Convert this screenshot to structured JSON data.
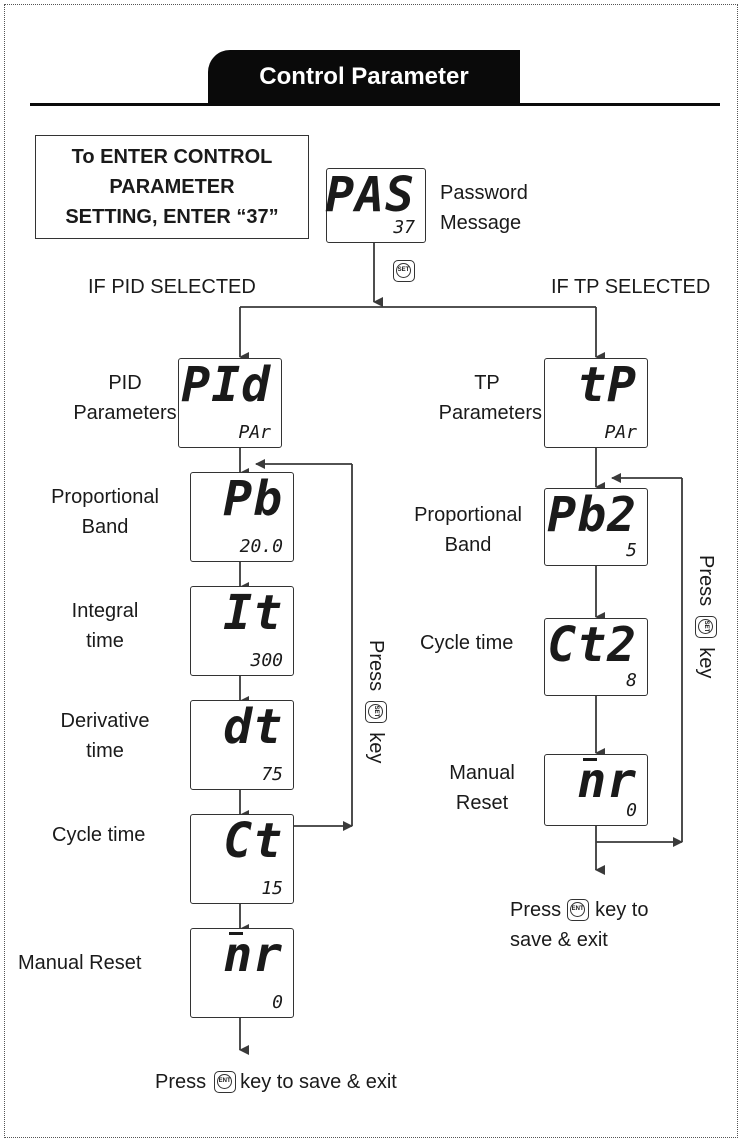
{
  "title": "Control Parameter",
  "note": [
    "To ENTER CONTROL",
    "PARAMETER",
    "SETTING, ENTER “37”"
  ],
  "password": {
    "display_main": "PAS",
    "display_sub": "37",
    "label": [
      "Password",
      "Message"
    ]
  },
  "set_key_text": "SET",
  "ent_key_text": "ENT",
  "branches": {
    "pid": "IF PID SELECTED",
    "tp": "IF TP SELECTED"
  },
  "pid": {
    "steps": [
      {
        "label": [
          "PID",
          "Parameters"
        ],
        "main": "PId",
        "sub": "PAr"
      },
      {
        "label": [
          "Proportional",
          "Band"
        ],
        "main": "Pb",
        "sub": "20.0"
      },
      {
        "label": [
          "Integral",
          "time"
        ],
        "main": "It",
        "sub": "300"
      },
      {
        "label": [
          "Derivative",
          "time"
        ],
        "main": "dt",
        "sub": "75"
      },
      {
        "label": [
          "Cycle time"
        ],
        "main": "Ct",
        "sub": "15"
      },
      {
        "label": [
          "Manual Reset"
        ],
        "main": "nr",
        "sub": "0"
      }
    ],
    "loop_press": "Press",
    "loop_key": "key",
    "exit_press": "Press",
    "exit_rest": "key to save & exit"
  },
  "tp": {
    "steps": [
      {
        "label": [
          "TP",
          "Parameters"
        ],
        "main": "tP",
        "sub": "PAr"
      },
      {
        "label": [
          "Proportional",
          "Band"
        ],
        "main": "Pb2",
        "sub": "5"
      },
      {
        "label": [
          "Cycle time"
        ],
        "main": "Ct2",
        "sub": "8"
      },
      {
        "label": [
          "Manual",
          "Reset"
        ],
        "main": "nr",
        "sub": "0"
      }
    ],
    "loop_press": "Press",
    "loop_key": "key",
    "exit_line1": "key to",
    "exit_press": "Press",
    "exit_line2": "save & exit"
  }
}
